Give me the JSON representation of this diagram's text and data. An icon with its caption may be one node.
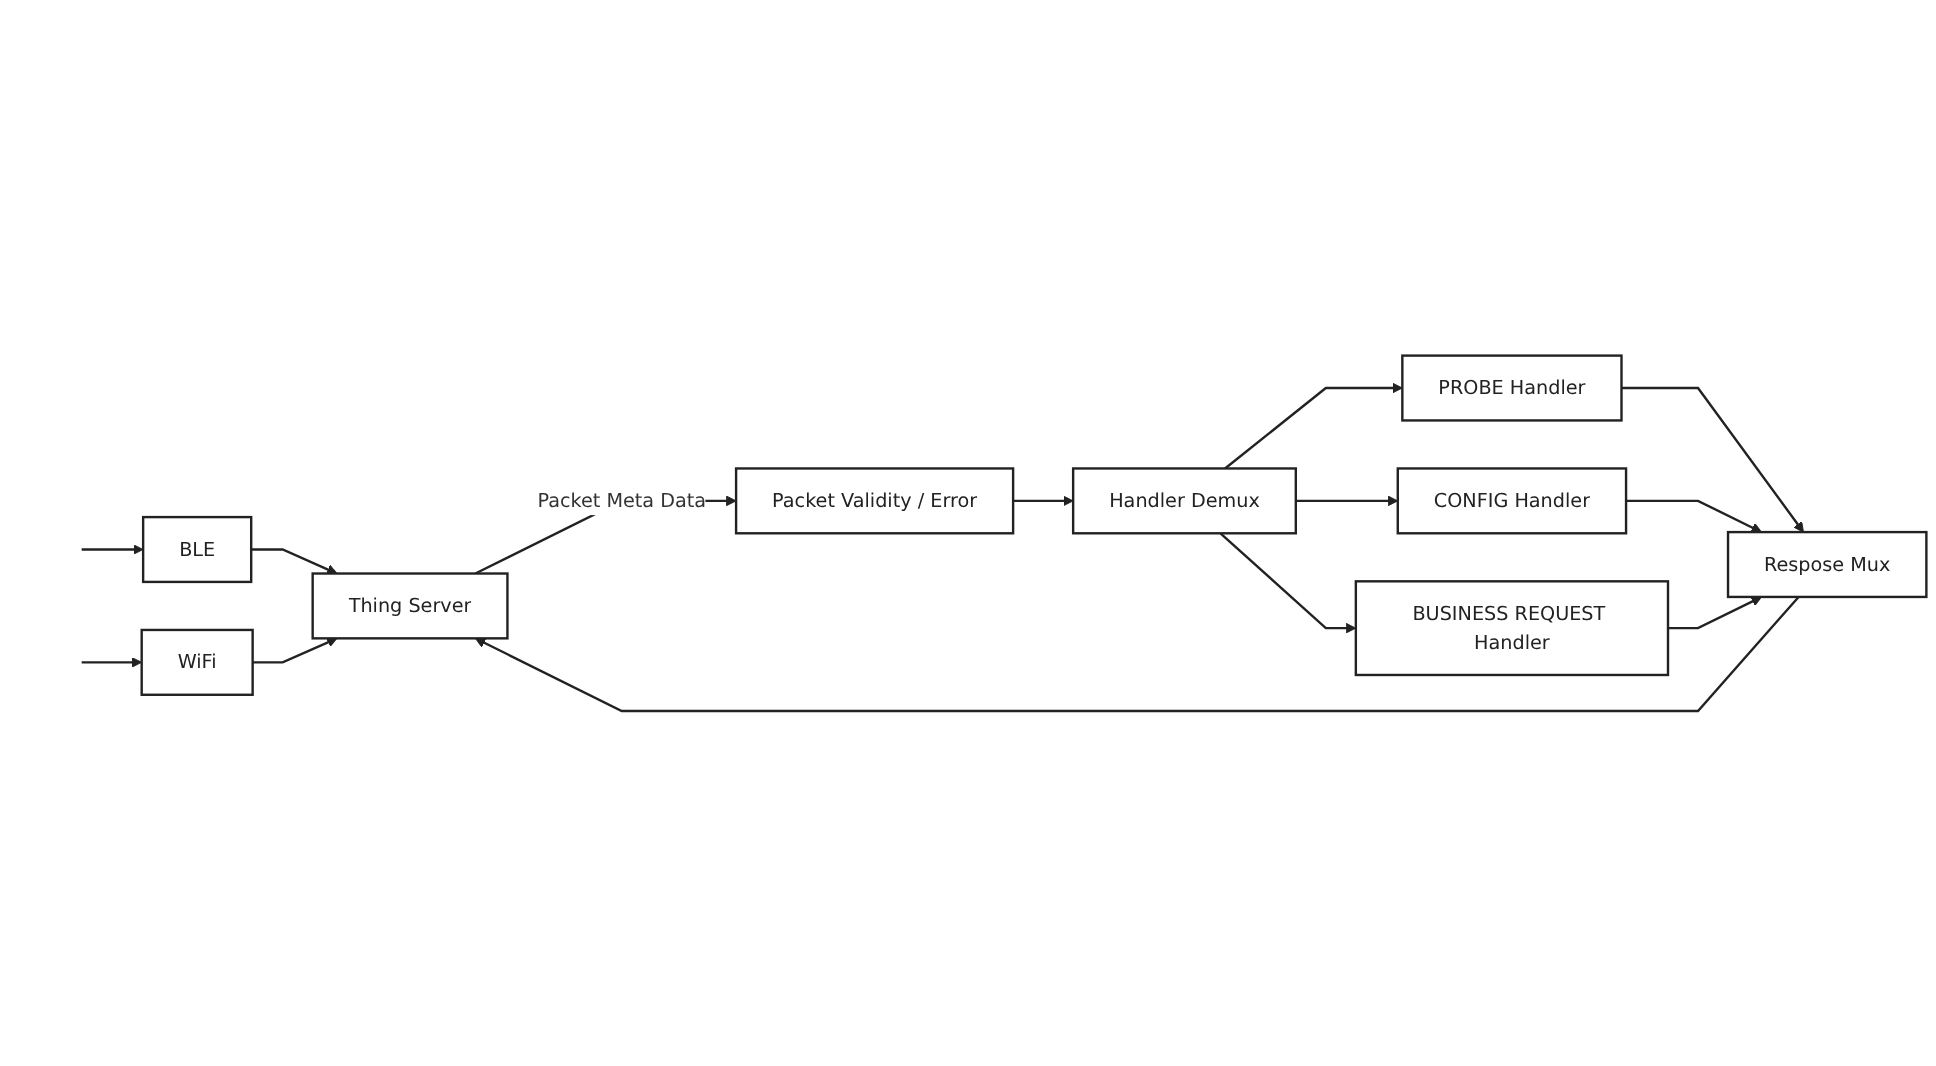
{
  "diagram": {
    "nodes": [
      {
        "text": [
          "BLE"
        ]
      },
      {
        "text": [
          "WiFi"
        ]
      },
      {
        "text": [
          "Thing Server"
        ]
      },
      {
        "text": [
          "Packet Validity / Error"
        ]
      },
      {
        "text": [
          "Handler Demux"
        ]
      },
      {
        "text": [
          "PROBE Handler"
        ]
      },
      {
        "text": [
          "CONFIG Handler"
        ]
      },
      {
        "text": [
          "BUSINESS REQUEST Handler"
        ]
      },
      {
        "text": [
          "Respose Mux"
        ]
      }
    ],
    "edges": [
      {
        "from": null,
        "to": 0,
        "arrow": "to"
      },
      {
        "from": null,
        "to": 1,
        "arrow": "to"
      },
      {
        "from": 0,
        "to": 2,
        "arrow": "to"
      },
      {
        "from": 1,
        "to": 2,
        "arrow": "to"
      },
      {
        "from": 2,
        "to": 3,
        "arrow": "to",
        "label": "Packet Meta Data"
      },
      {
        "from": 3,
        "to": 4,
        "arrow": "to"
      },
      {
        "from": 4,
        "to": 5,
        "arrow": "to"
      },
      {
        "from": 4,
        "to": 6,
        "arrow": "to"
      },
      {
        "from": 4,
        "to": 7,
        "arrow": "to"
      },
      {
        "from": 5,
        "to": 8,
        "arrow": "to"
      },
      {
        "from": 6,
        "to": 8,
        "arrow": "to"
      },
      {
        "from": 7,
        "to": 8,
        "arrow": "to"
      },
      {
        "from": 8,
        "to": 2,
        "arrow": "to"
      }
    ]
  }
}
